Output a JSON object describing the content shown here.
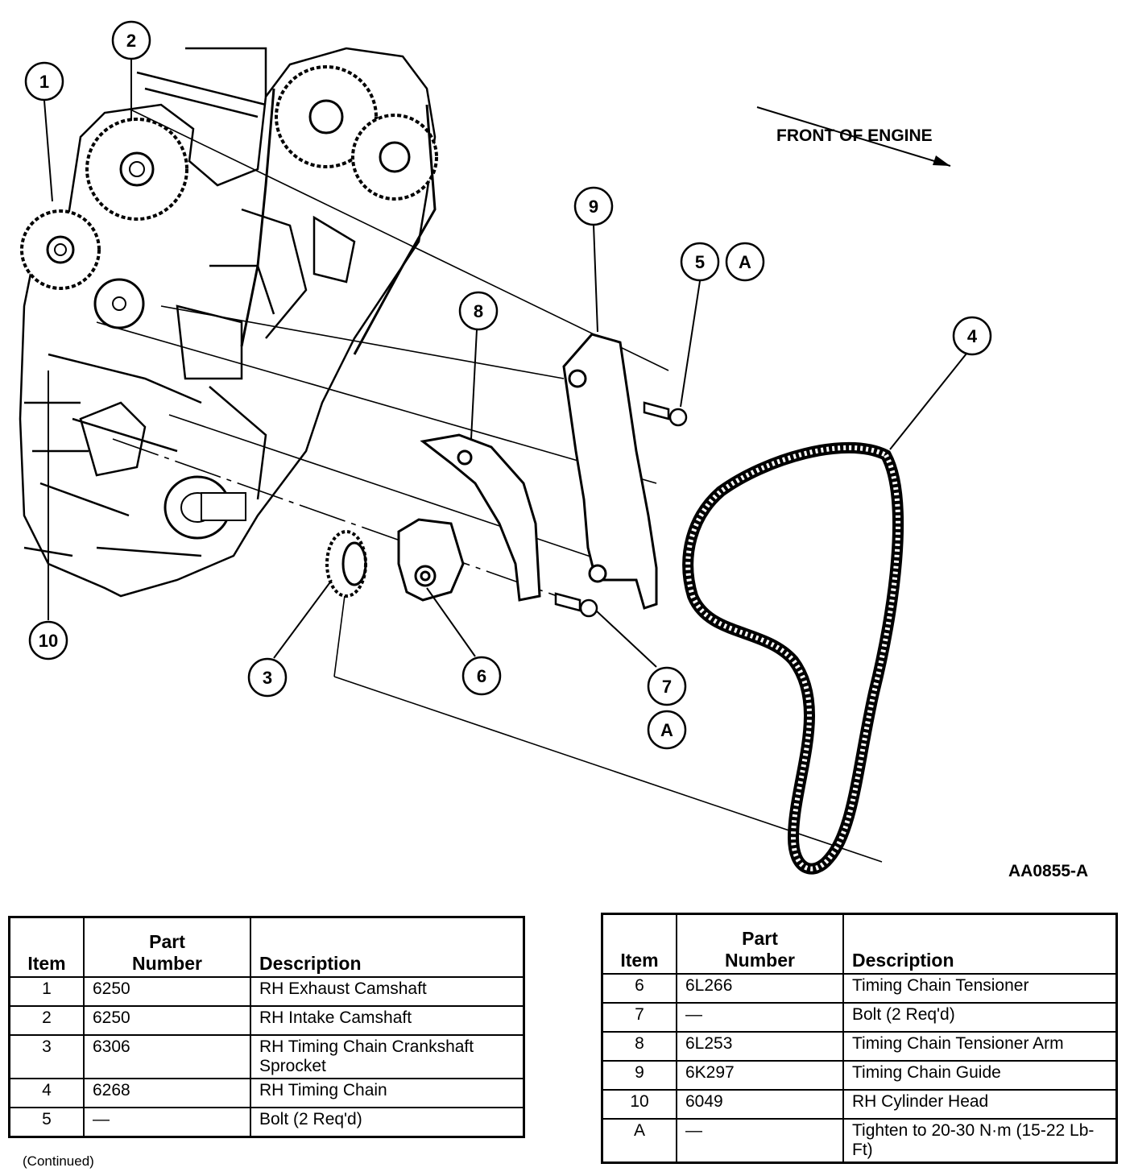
{
  "diagram": {
    "front_label": "FRONT OF ENGINE",
    "figure_code": "AA0855-A",
    "callouts": [
      {
        "id": "c1",
        "label": "1"
      },
      {
        "id": "c2",
        "label": "2"
      },
      {
        "id": "c3",
        "label": "3"
      },
      {
        "id": "c4",
        "label": "4"
      },
      {
        "id": "c5",
        "label": "5"
      },
      {
        "id": "c5a",
        "label": "A"
      },
      {
        "id": "c6",
        "label": "6"
      },
      {
        "id": "c7",
        "label": "7"
      },
      {
        "id": "c7a",
        "label": "A"
      },
      {
        "id": "c8",
        "label": "8"
      },
      {
        "id": "c9",
        "label": "9"
      },
      {
        "id": "c10",
        "label": "10"
      }
    ]
  },
  "table_headers": {
    "item": "Item",
    "part_line1": "Part",
    "part_line2": "Number",
    "description": "Description"
  },
  "table_left": [
    {
      "item": "1",
      "part": "6250",
      "description": "RH Exhaust Camshaft"
    },
    {
      "item": "2",
      "part": "6250",
      "description": "RH Intake Camshaft"
    },
    {
      "item": "3",
      "part": "6306",
      "description": "RH Timing Chain Crankshaft Sprocket"
    },
    {
      "item": "4",
      "part": "6268",
      "description": "RH Timing Chain"
    },
    {
      "item": "5",
      "part": "—",
      "description": "Bolt (2 Req'd)"
    }
  ],
  "table_right": [
    {
      "item": "6",
      "part": "6L266",
      "description": "Timing Chain Tensioner"
    },
    {
      "item": "7",
      "part": "—",
      "description": "Bolt (2 Req'd)"
    },
    {
      "item": "8",
      "part": "6L253",
      "description": "Timing Chain Tensioner Arm"
    },
    {
      "item": "9",
      "part": "6K297",
      "description": "Timing Chain Guide"
    },
    {
      "item": "10",
      "part": "6049",
      "description": "RH Cylinder Head"
    },
    {
      "item": "A",
      "part": "—",
      "description": "Tighten to 20-30 N·m (15-22 Lb-Ft)"
    }
  ],
  "continued_note": "(Continued)"
}
